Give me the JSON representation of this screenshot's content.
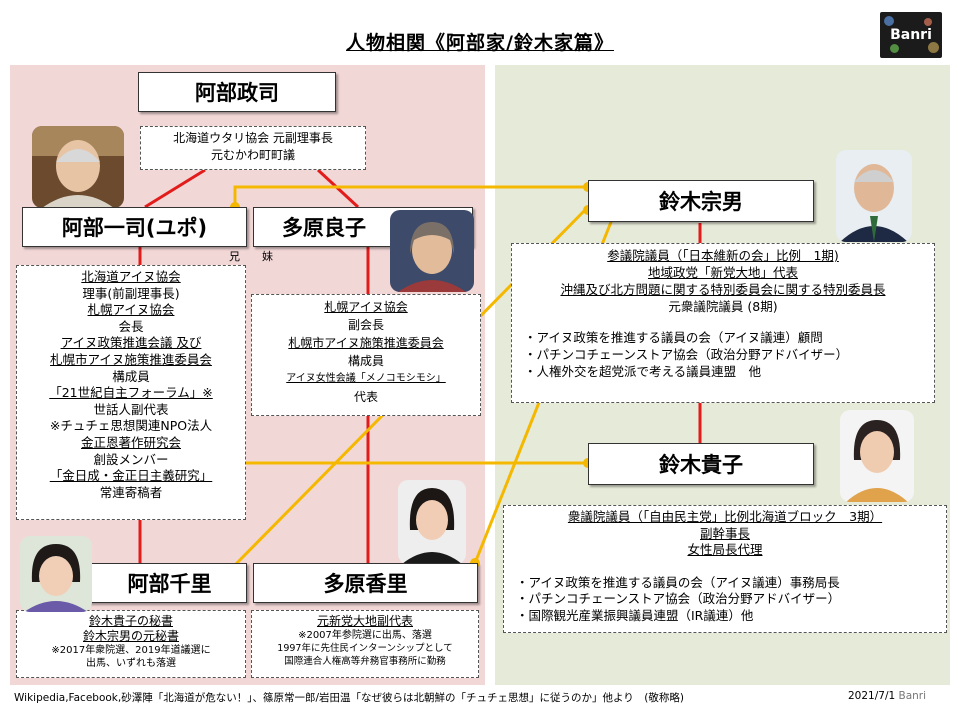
{
  "title": "人物相関《阿部家/鈴木家篇》",
  "logo_text": "Banri",
  "people": {
    "abe_masashi": {
      "name": "阿部政司",
      "info": [
        "北海道ウタリ協会 元副理事長",
        "元むかわ町町議"
      ]
    },
    "abe_kazushi": {
      "name": "阿部一司(ユポ)"
    },
    "tahara_ryoko": {
      "name": "多原良子"
    },
    "suzuki_muneo": {
      "name": "鈴木宗男"
    },
    "suzuki_takako": {
      "name": "鈴木貴子"
    },
    "abe_chisato": {
      "name": "阿部千里",
      "info": [
        "鈴木貴子の秘書",
        "鈴木宗男の元秘書",
        "※2017年衆院選、2019年道議選に",
        "出馬、いずれも落選"
      ]
    },
    "tahara_kaori": {
      "name": "多原香里",
      "info": [
        "元新党大地副代表",
        "※2007年参院選に出馬、落選",
        "1997年に先住民インターンシップとして",
        "国際連合人権高等弁務官事務所に勤務"
      ]
    }
  },
  "sibling_labels": {
    "older": "兄",
    "younger": "妹"
  },
  "abe_kazushi_roles": [
    "北海道アイヌ協会",
    "理事(前副理事長)",
    "札幌アイヌ協会",
    "会長",
    "アイヌ政策推進会議 及び",
    "札幌市アイヌ施策推進委員会",
    "構成員",
    "「21世紀自主フォーラム」※",
    "世話人副代表",
    "※チュチェ思想関連NPO法人",
    "金正恩著作研究会",
    "創設メンバー",
    "「金日成・金正日主義研究」",
    "常連寄稿者"
  ],
  "tahara_ryoko_roles": [
    "札幌アイヌ協会",
    "副会長",
    "札幌市アイヌ施策推進委員会",
    "構成員",
    "アイヌ女性会議「メノコモシモシ」",
    "代表"
  ],
  "suzuki_muneo_roles": {
    "lines": [
      "参議院議員（「日本維新の会」比例　1期)",
      "地域政党「新党大地」代表",
      "沖縄及び北方問題に関する特別委員会に関する特別委員長",
      "元衆議院議員 (8期)"
    ],
    "bullets": [
      "・アイヌ政策を推進する議員の会（アイヌ議連）顧問",
      "・パチンコチェーンストア協会（政治分野アドバイザー）",
      "・人権外交を超党派で考える議員連盟　他"
    ]
  },
  "suzuki_takako_roles": {
    "lines": [
      "衆議院議員（「自由民主党」比例北海道ブロック　3期）",
      "副幹事長",
      "女性局長代理"
    ],
    "bullets": [
      "・アイヌ政策を推進する議員の会（アイヌ議連）事務局長",
      "・パチンコチェーンストア協会（政治分野アドバイザー）",
      "・国際観光産業振興議員連盟（IR議連）他"
    ]
  },
  "footer_source": "Wikipedia,Facebook,砂澤陣「北海道が危ない！」、篠原常一郎/岩田温「なぜ彼らは北朝鮮の「チュチェ思想」に従うのか」他より　(敬称略)",
  "footer_date": "2021/7/1",
  "footer_author": "Banri",
  "colors": {
    "left_panel": "#f2d7d7",
    "right_panel": "#e6ead8",
    "family_line": "#e21b1b",
    "relation_line": "#f5b800"
  }
}
